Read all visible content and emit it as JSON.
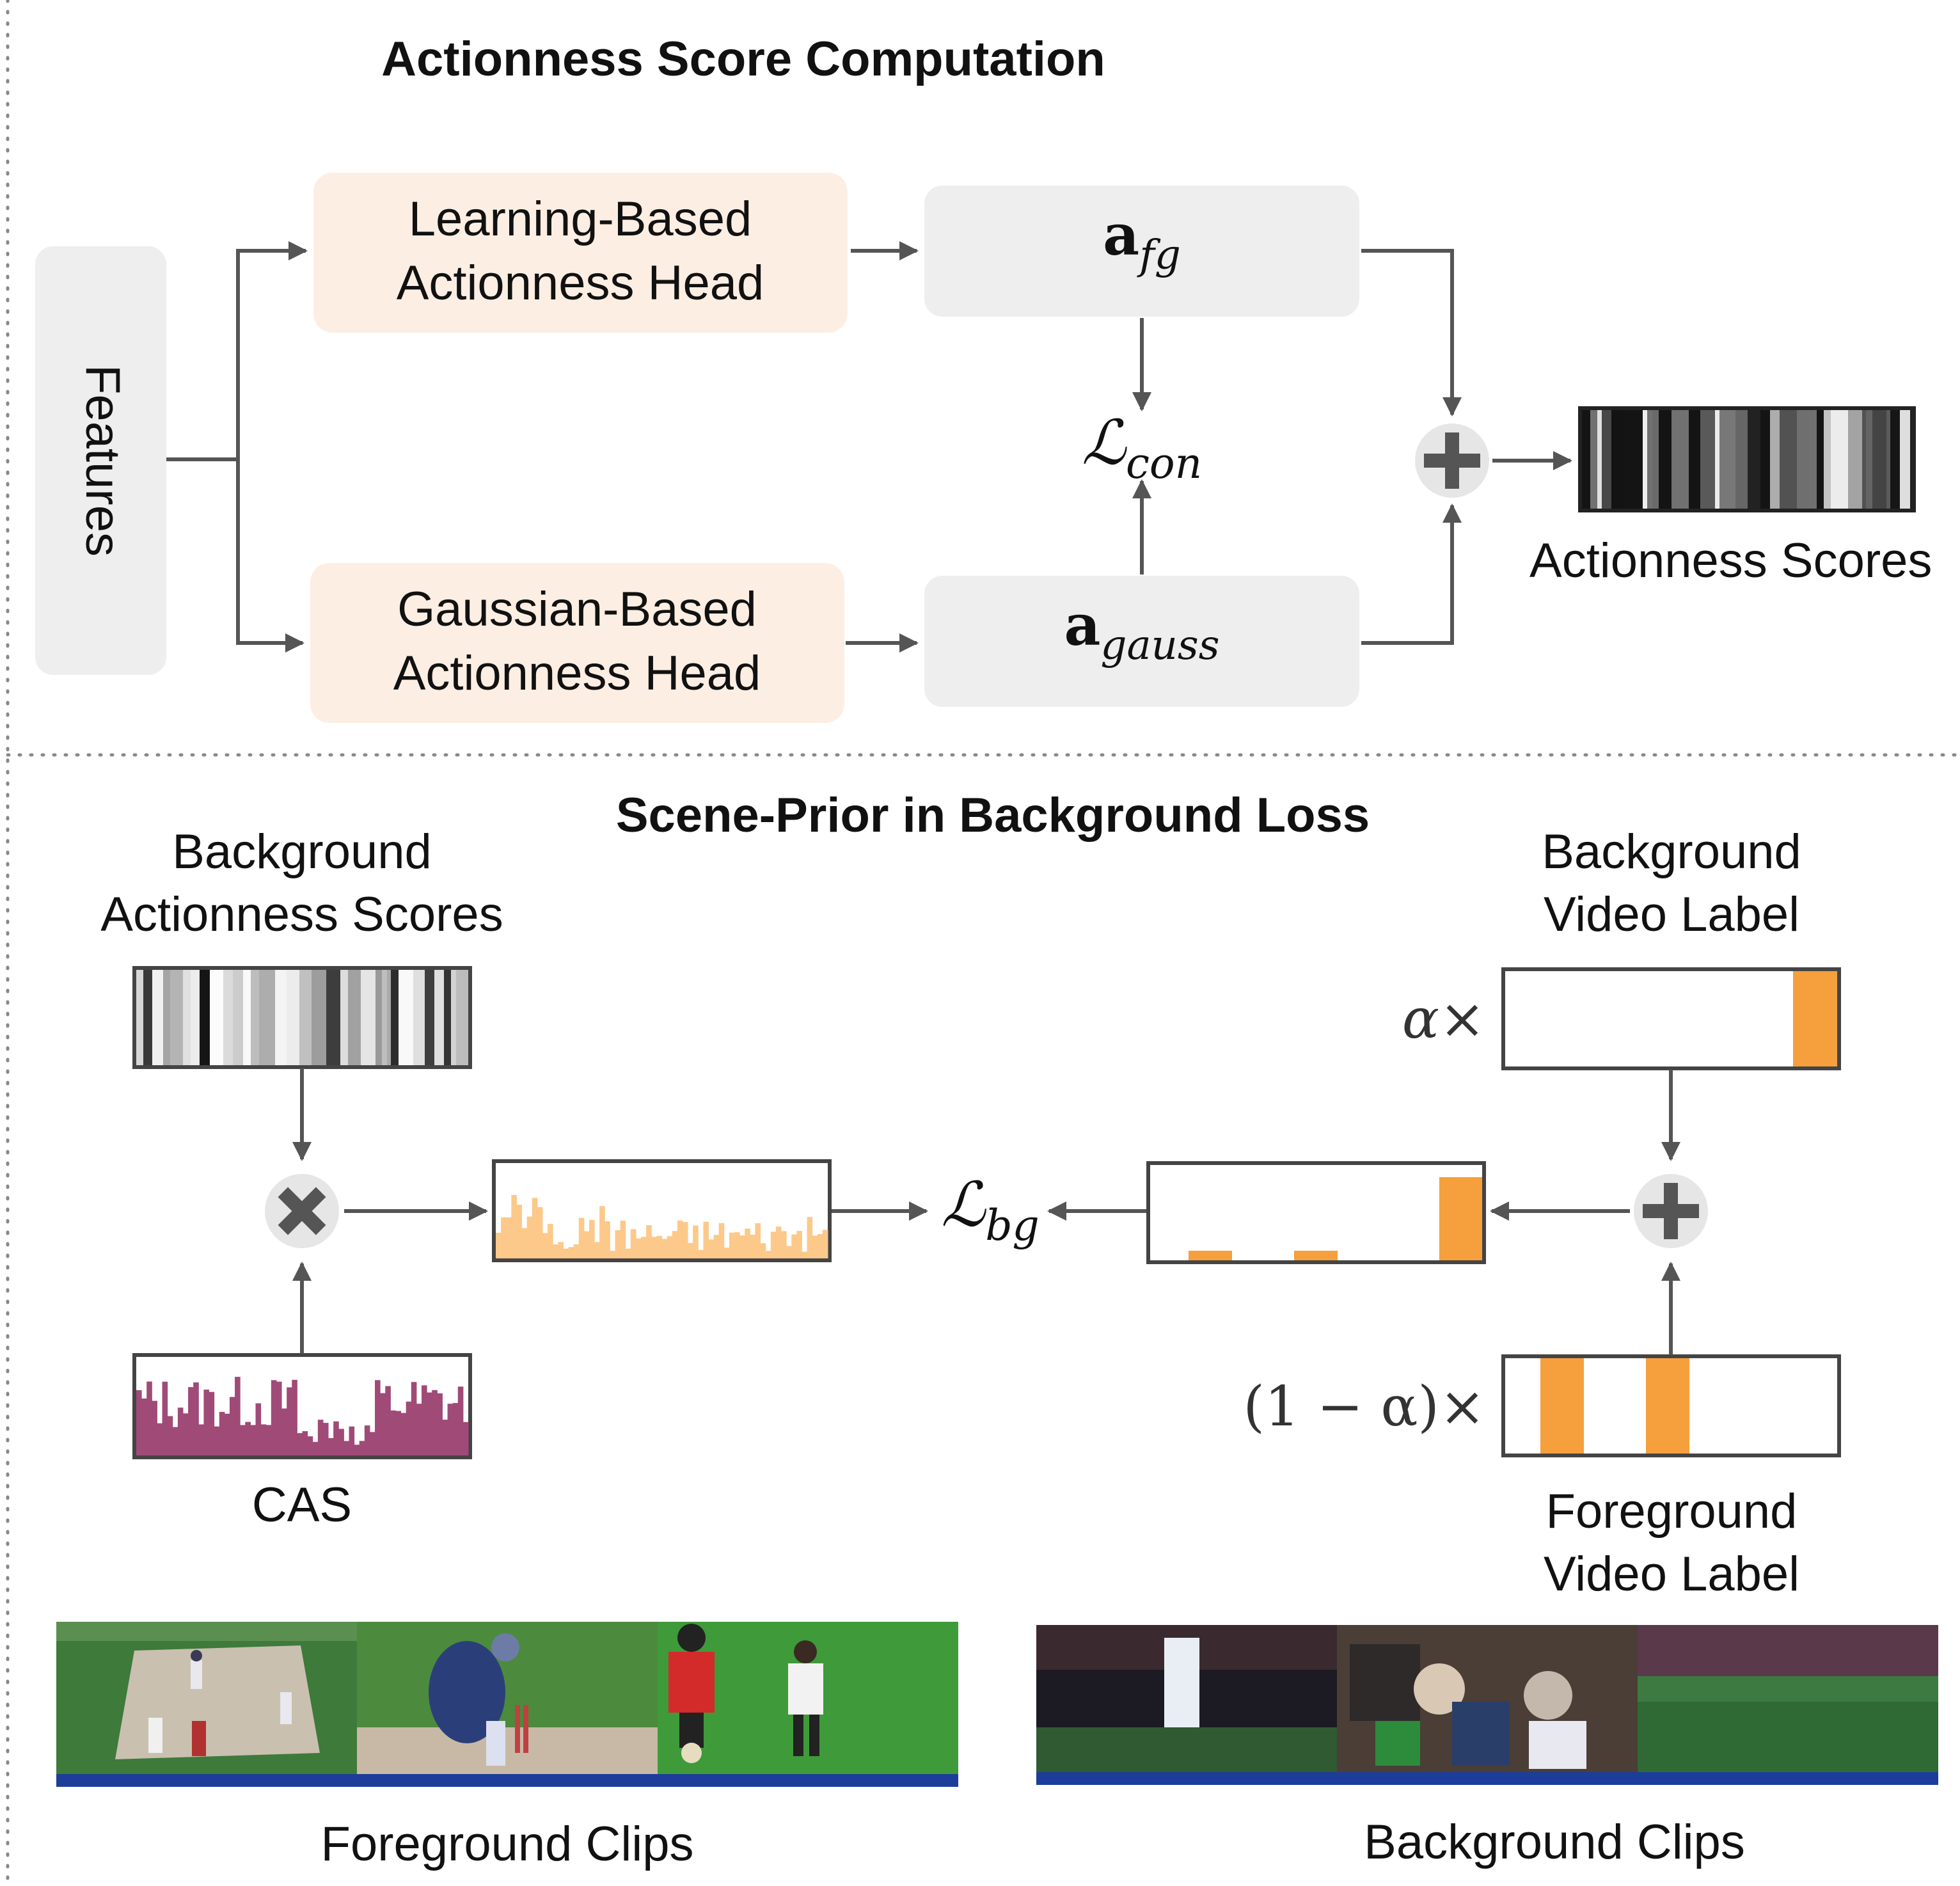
{
  "top_section": {
    "title": "Actionness Score Computation",
    "features_label": "Features",
    "learning_head": [
      "Learning-Based",
      "Actionness Head"
    ],
    "gaussian_head": [
      "Gaussian-Based",
      "Actionness Head"
    ],
    "a_fg": {
      "base": "a",
      "sub": "fg"
    },
    "a_gauss": {
      "base": "a",
      "sub": "gauss"
    },
    "l_con": {
      "base": "ℒ",
      "sub": "con"
    },
    "plus_op": "+",
    "output_label": "Actionness Scores"
  },
  "bottom_section": {
    "title": "Scene-Prior in Background Loss",
    "bg_actionness_label": [
      "Background",
      "Actionness Scores"
    ],
    "cas_label": "CAS",
    "multiply_op": "×",
    "l_bg": {
      "base": "ℒ",
      "sub": "bg"
    },
    "bg_video_label": [
      "Background",
      "Video Label"
    ],
    "fg_video_label": [
      "Foreground",
      "Video Label"
    ],
    "alpha_coef": "α×",
    "one_minus_alpha_coef": "(1 − α)×",
    "plus_op": "+",
    "fg_clips_label": "Foreground Clips",
    "bg_clips_label": "Background Clips"
  },
  "colors": {
    "head_fill": "#fdeee3",
    "score_box_fill": "#eeeeee",
    "arrow": "#555555",
    "orange": "#f5a03c",
    "light_orange": "#fcc98a",
    "cas_magenta": "#a04a78",
    "operator_bg": "#e6e6e6",
    "operator_fg": "#555555"
  }
}
